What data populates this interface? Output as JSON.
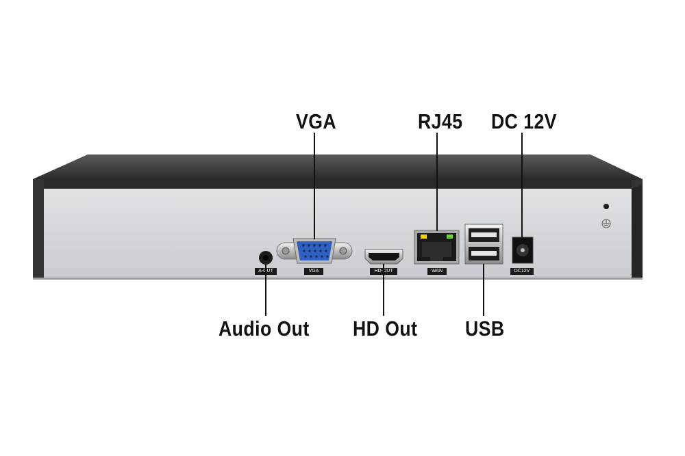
{
  "callouts": {
    "vga": "VGA",
    "rj45": "RJ45",
    "dc": "DC 12V",
    "audio": "Audio Out",
    "hd": "HD Out",
    "usb": "USB"
  },
  "port_labels": {
    "audio": "A-OUT",
    "vga": "VGA",
    "hdmi": "HD-OUT",
    "wan": "WAN",
    "dc": "DC12V"
  },
  "icons": [
    "ground-icon"
  ],
  "colors": {
    "chassis": "#3b3b3b",
    "panel": "#d4d7da",
    "led_yellow": "#f0d21a",
    "led_green": "#6fd23b",
    "vga_blue": "#2f5fbf"
  }
}
